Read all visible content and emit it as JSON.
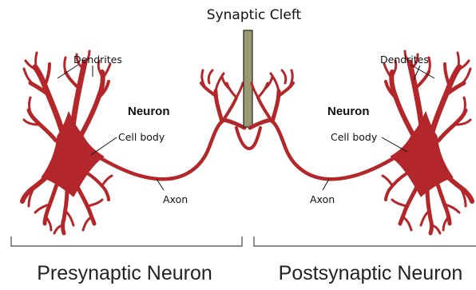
{
  "labels": {
    "synaptic_cleft": "Synaptic Cleft",
    "left_dendrites": "Dendrites",
    "right_dendrites": "Dendrites",
    "left_neuron": "Neuron",
    "right_neuron": "Neuron",
    "left_cell_body": "Cell body",
    "right_cell_body": "Cell body",
    "left_axon": "Axon",
    "right_axon": "Axon",
    "presynaptic": "Presynaptic Neuron",
    "postsynaptic": "Postsynaptic Neuron"
  },
  "colors": {
    "neuron": "#b3262a",
    "cleft_bar": "#9a9a72"
  }
}
